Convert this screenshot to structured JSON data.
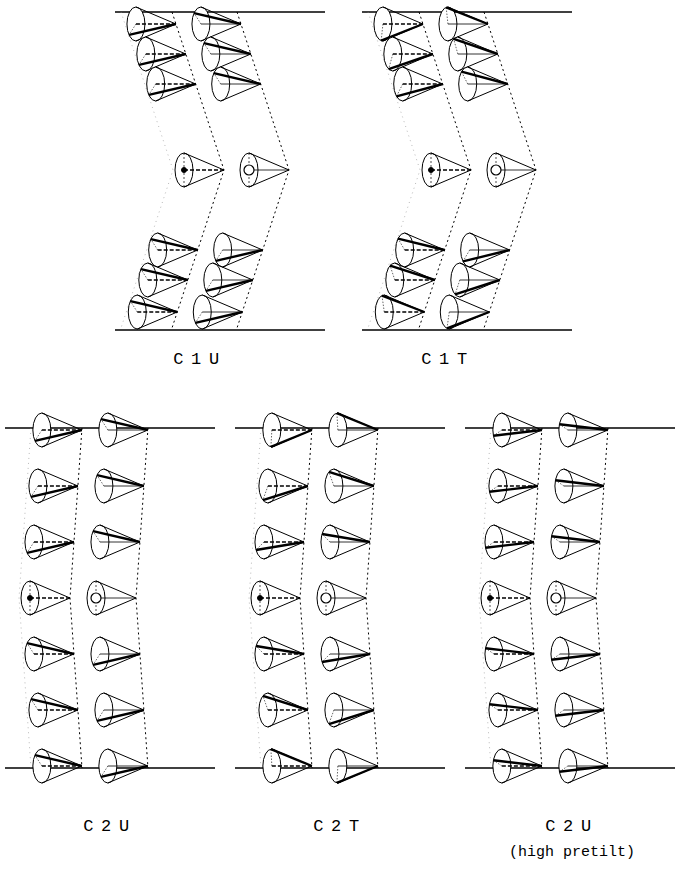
{
  "diagram": {
    "labels": [
      "C1U",
      "C1T",
      "C2U",
      "C2T",
      "C2U (high pretilt)"
    ]
  }
}
